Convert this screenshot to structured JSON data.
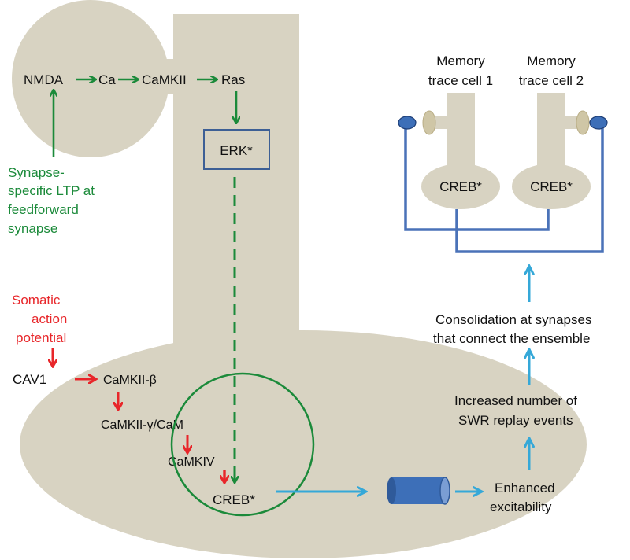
{
  "colors": {
    "cell_body": "#d8d3c2",
    "green": "#1b8a3a",
    "red": "#e8262a",
    "blue_wire": "#4a72b8",
    "cyan_arrow": "#35a8d8",
    "channel": "#3d6fb8",
    "bouton": "#cfc6a6"
  },
  "pathway_top": {
    "nmda": "NMDA",
    "ca": "Ca",
    "camkii": "CaMKII",
    "ras": "Ras",
    "erk": "ERK*"
  },
  "green_label": {
    "line1": "Synapse-",
    "line2": "specific LTP at",
    "line3": "feedforward",
    "line4": "synapse"
  },
  "red_label": {
    "line1": "Somatic",
    "line2": "action",
    "line3": "potential"
  },
  "pathway_soma": {
    "cav1": "CAV1",
    "camkii_beta": "CaMKII-β",
    "camkii_gamma": "CaMKII-γ/CaM",
    "camkiv": "CaMKIV",
    "creb": "CREB*"
  },
  "right_panel": {
    "cell1_line1": "Memory",
    "cell1_line2": "trace cell 1",
    "cell2_line1": "Memory",
    "cell2_line2": "trace cell 2",
    "creb1": "CREB*",
    "creb2": "CREB*",
    "consolidation_line1": "Consolidation at synapses",
    "consolidation_line2": "that connect the ensemble",
    "swr_line1": "Increased number of",
    "swr_line2": "SWR replay events",
    "excit_line1": "Enhanced",
    "excit_line2": "excitability"
  }
}
